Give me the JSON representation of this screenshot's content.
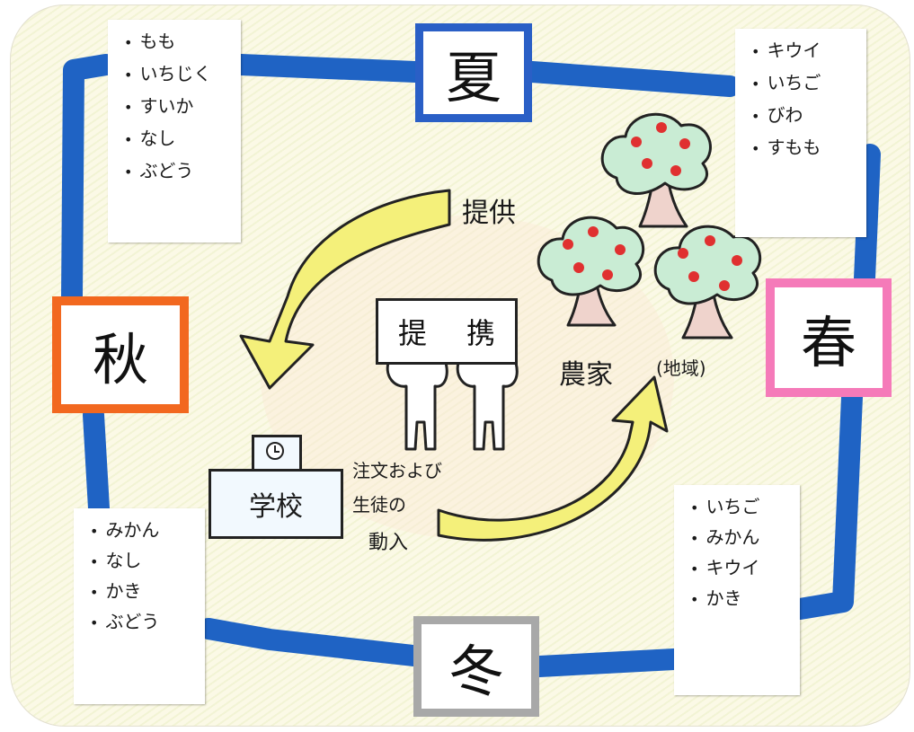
{
  "seasons": {
    "summer": "夏",
    "autumn": "秋",
    "spring": "春",
    "winter": "冬"
  },
  "fruit_lists": {
    "summer": [
      "もも",
      "いちじく",
      "すいか",
      "なし",
      "ぶどう"
    ],
    "spring": [
      "キウイ",
      "いちご",
      "びわ",
      "すもも"
    ],
    "autumn": [
      "みかん",
      "なし",
      "かき",
      "ぶどう"
    ],
    "winter": [
      "いちご",
      "みかん",
      "キウイ",
      "かき"
    ]
  },
  "center": {
    "partnership": [
      "提",
      "携"
    ],
    "offer_label": "提供",
    "farm_label": "農家",
    "region_label": "(地域)",
    "school_label": "学校",
    "order_label": "注文および",
    "students_label": "生徒の",
    "introduction_label": "動入"
  },
  "colors": {
    "summer": "#2a5fc6",
    "autumn": "#f2681f",
    "spring": "#f57ab9",
    "winter": "#a8a8a8",
    "loop": "#1f63c4",
    "arrow": "#f4f07a",
    "fruit": "#e03030",
    "tree_canopy": "#c9ecd4"
  }
}
